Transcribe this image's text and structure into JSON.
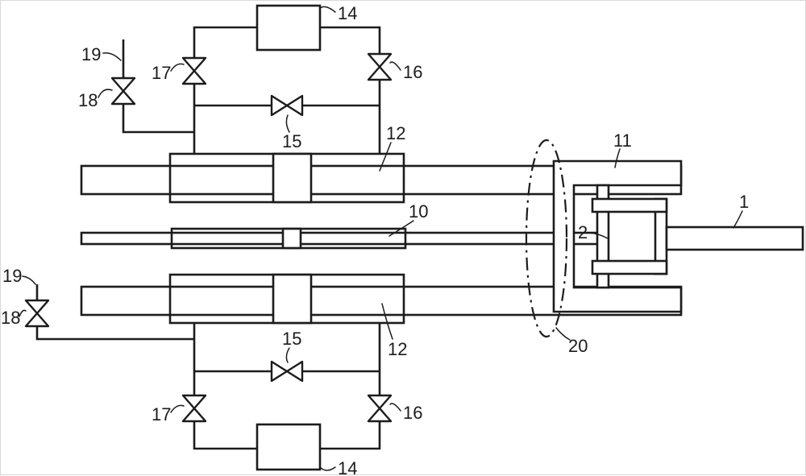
{
  "colors": {
    "line": "#1c1c1c",
    "background": "#ffffff"
  },
  "labels": {
    "output_rod": "1",
    "inner_unit": "2",
    "center_rod": "10",
    "frame": "11",
    "cylinder": "12",
    "block": "14",
    "cross_valve": "15",
    "right_valve": "16",
    "left_valve": "17",
    "supply_valve": "18",
    "supply_line": "19",
    "section_marker": "20"
  }
}
